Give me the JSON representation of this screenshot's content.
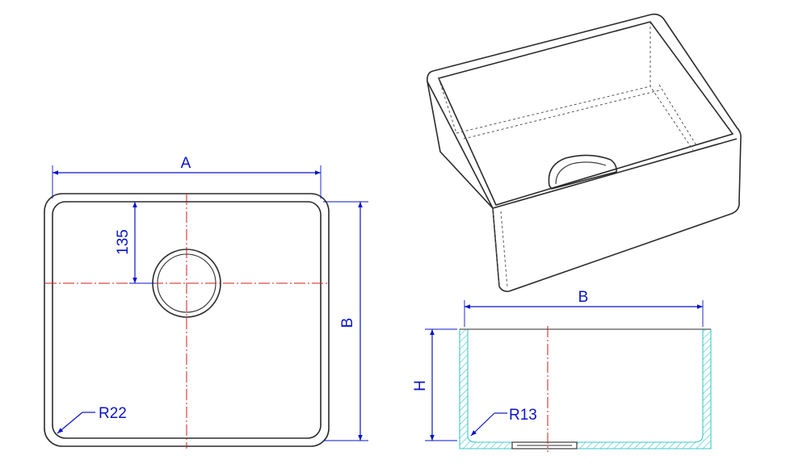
{
  "colors": {
    "outline": "#2b2b2b",
    "dimension": "#0a14c8",
    "centerline": "#d21e1e",
    "section_hatch": "#3cc8c8"
  },
  "top_view": {
    "width_label": "A",
    "depth_label": "B",
    "waste_offset_label": "135",
    "corner_radius_label": "R22"
  },
  "section_view": {
    "width_label": "B",
    "height_label": "H",
    "corner_radius_label": "R13"
  }
}
